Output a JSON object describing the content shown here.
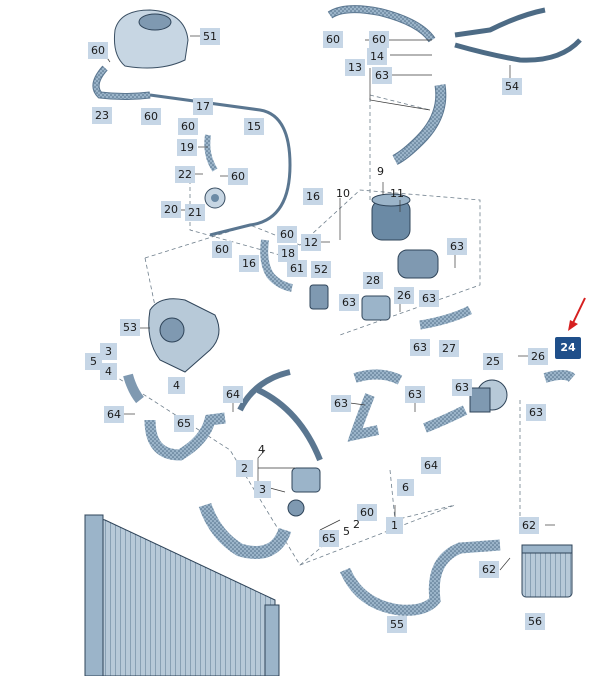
{
  "callouts": {
    "c51": "51",
    "c60a": "60",
    "c23": "23",
    "c60b": "60",
    "c17": "17",
    "c60c": "60",
    "c15": "15",
    "c60d": "60",
    "c14": "14",
    "c13": "13",
    "c63a": "63",
    "c54": "54",
    "c60e": "60",
    "c19": "19",
    "c22": "22",
    "c60f": "60",
    "c20": "20",
    "c21": "21",
    "c16a": "16",
    "c60g": "60",
    "c16b": "16",
    "c18": "18",
    "c60h": "60",
    "c12": "12",
    "c61": "61",
    "c52": "52",
    "c28": "28",
    "c63b": "63",
    "c26a": "26",
    "c63c": "63",
    "c63d": "63",
    "c63e": "63",
    "c27": "27",
    "c53": "53",
    "c5a": "5",
    "c3a": "3",
    "c4a": "4",
    "c4b": "4",
    "c64a": "64",
    "c65a": "65",
    "c64b": "64",
    "c2a": "2",
    "c3b": "3",
    "c63f": "63",
    "c63g": "63",
    "c25": "25",
    "c26b": "26",
    "c63h": "63",
    "c64c": "64",
    "c6": "6",
    "c60i": "60",
    "c1": "1",
    "c65b": "65",
    "c62a": "62",
    "c62b": "62",
    "c55": "55",
    "c56": "56"
  },
  "plain_labels": {
    "p9": "9",
    "p10": "10",
    "p11": "11",
    "p4c": "4",
    "p2b": "2",
    "p5b": "5"
  },
  "highlight_label": "24"
}
